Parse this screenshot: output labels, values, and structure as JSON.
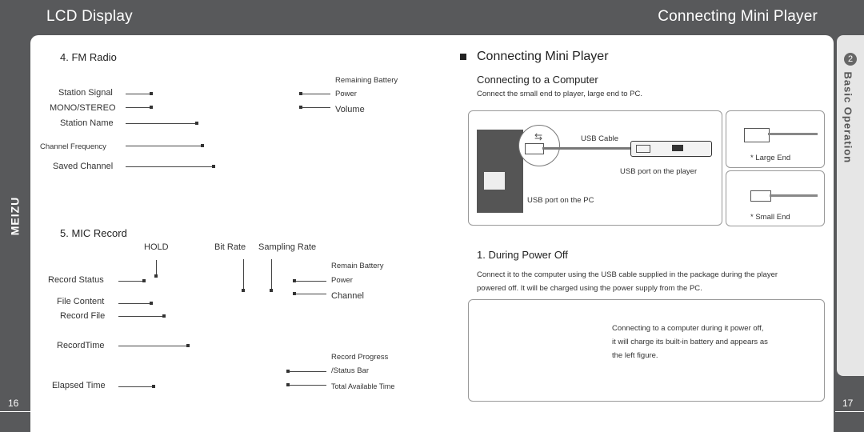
{
  "header": {
    "left_title": "LCD Display",
    "right_title": "Connecting Mini Player"
  },
  "brand": "MEIZU",
  "left": {
    "fm_heading": "4. FM Radio",
    "fm_left_labels": [
      "Station Signal",
      "MONO/STEREO",
      "Station Name",
      "Channel Frequency",
      "Saved Channel"
    ],
    "fm_right_labels": [
      "Remaining Battery",
      "Power",
      "Volume"
    ],
    "mic_heading": "5. MIC Record",
    "mic_top_labels": [
      "HOLD",
      "Bit Rate",
      "Sampling Rate"
    ],
    "mic_left_labels": [
      "Record Status",
      "File Content",
      "Record File",
      "RecordTime",
      "Elapsed Time"
    ],
    "mic_right_labels": [
      "Remain Battery",
      "Power",
      "Channel",
      "Record Progress",
      "/Status Bar",
      "Total Available Time"
    ],
    "page_number": "16"
  },
  "right": {
    "heading": "Connecting Mini Player",
    "sub_heading": "Connecting to a Computer",
    "intro": "Connect the small end to player, large end to PC.",
    "fig_labels": {
      "cable": "USB Cable",
      "player_port": "USB port on the player",
      "pc_port": "USB port on the PC",
      "large_end": "* Large End",
      "small_end": "* Small End"
    },
    "section_heading": "1. During Power Off",
    "section_text_1": "Connect it to the computer using the USB cable supplied in the package during the player",
    "section_text_2": "powered off.  It will be charged using the power supply from the PC.",
    "note_lines": [
      "Connecting to a computer during it power off,",
      "it will charge its built-in battery and appears as",
      "the left figure."
    ],
    "side_tab_number": "2",
    "side_tab_label": "Basic Operation",
    "page_number": "17"
  },
  "colors": {
    "background": "#58595b",
    "panel": "#ffffff",
    "tab": "#e6e6e6"
  }
}
